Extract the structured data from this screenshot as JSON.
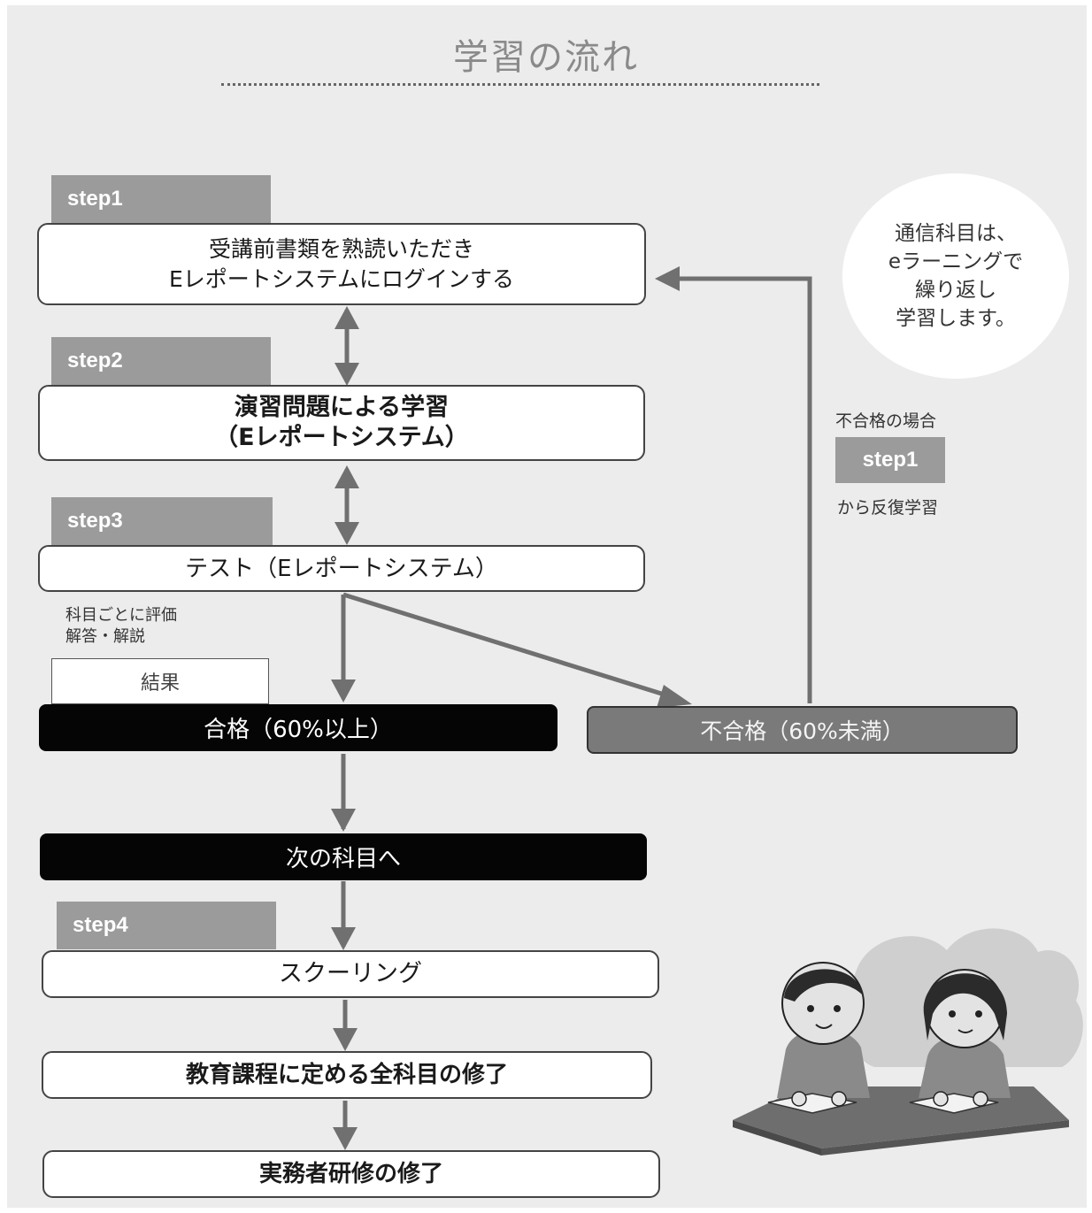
{
  "title": "学習の流れ",
  "steps": {
    "step1": {
      "tab": "step1",
      "line1": "受講前書類を熟読いただき",
      "line2": "Eレポートシステムにログインする"
    },
    "step2": {
      "tab": "step2",
      "line1": "演習問題による学習",
      "line2": "（Eレポートシステム）"
    },
    "step3": {
      "tab": "step3",
      "text": "テスト（Eレポートシステム）"
    },
    "step4": {
      "tab": "step4",
      "text": "スクーリング"
    }
  },
  "evaluation_note": {
    "line1": "科目ごとに評価",
    "line2": "解答・解説"
  },
  "result_label": "結果",
  "pass": "合格（60%以上）",
  "fail": "不合格（60%未満）",
  "next_subject": "次の科目へ",
  "complete_curriculum": "教育課程に定める全科目の修了",
  "complete_training": "実務者研修の修了",
  "retry_note": {
    "top": "不合格の場合",
    "step": "step1",
    "bottom": "から反復学習"
  },
  "bubble": {
    "line1": "通信科目は、",
    "line2": "eラーニングで",
    "line3": "繰り返し",
    "line4": "学習します。"
  },
  "colors": {
    "background": "#ececec",
    "tab": "#9b9b9b",
    "pass": "#050505",
    "fail": "#7a7a7a",
    "arrow": "#707070"
  }
}
